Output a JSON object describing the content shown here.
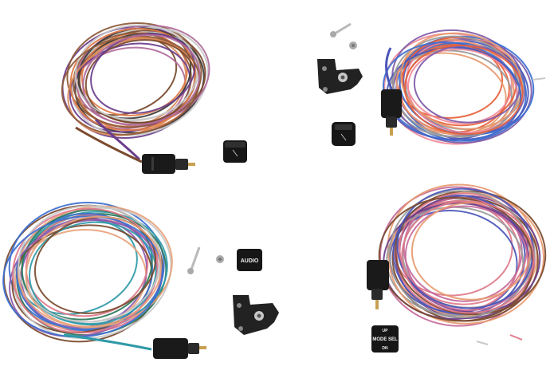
{
  "kits": [
    {
      "id": "top-left",
      "button_labels": []
    },
    {
      "id": "top-right",
      "button_labels": []
    },
    {
      "id": "bottom-left",
      "button_labels": [
        "AUDIO"
      ]
    },
    {
      "id": "bottom-right",
      "button_labels": [
        "UP",
        "MODE SEL",
        "DN"
      ]
    }
  ],
  "colors": {
    "background": "#ffffff",
    "connector": "#1a1a1a",
    "bracket": "#222222",
    "screw": "#b9b9b9",
    "pin": "#c8a050"
  },
  "wire_palettes": {
    "top-left": [
      "#7a4a2e",
      "#e07a45",
      "#6a3d8c",
      "#c9c9c9",
      "#8e5a3a",
      "#b06a9a",
      "#3a3a3a",
      "#d98a5a"
    ],
    "top-right": [
      "#e7603a",
      "#4a56b8",
      "#f08a9a",
      "#9a9a9a",
      "#7f5ba8",
      "#e89a70",
      "#3c6fd0"
    ],
    "bottom-left": [
      "#2f9aa8",
      "#e07a8a",
      "#7a4a2e",
      "#c9c9c9",
      "#3c6fd0",
      "#e8a27a",
      "#2a7a5a",
      "#8c5ab0"
    ],
    "bottom-right": [
      "#e07a8a",
      "#6a3d8c",
      "#c56a9a",
      "#9a9a9a",
      "#e89a70",
      "#4a56b8",
      "#7a4a2e"
    ]
  }
}
